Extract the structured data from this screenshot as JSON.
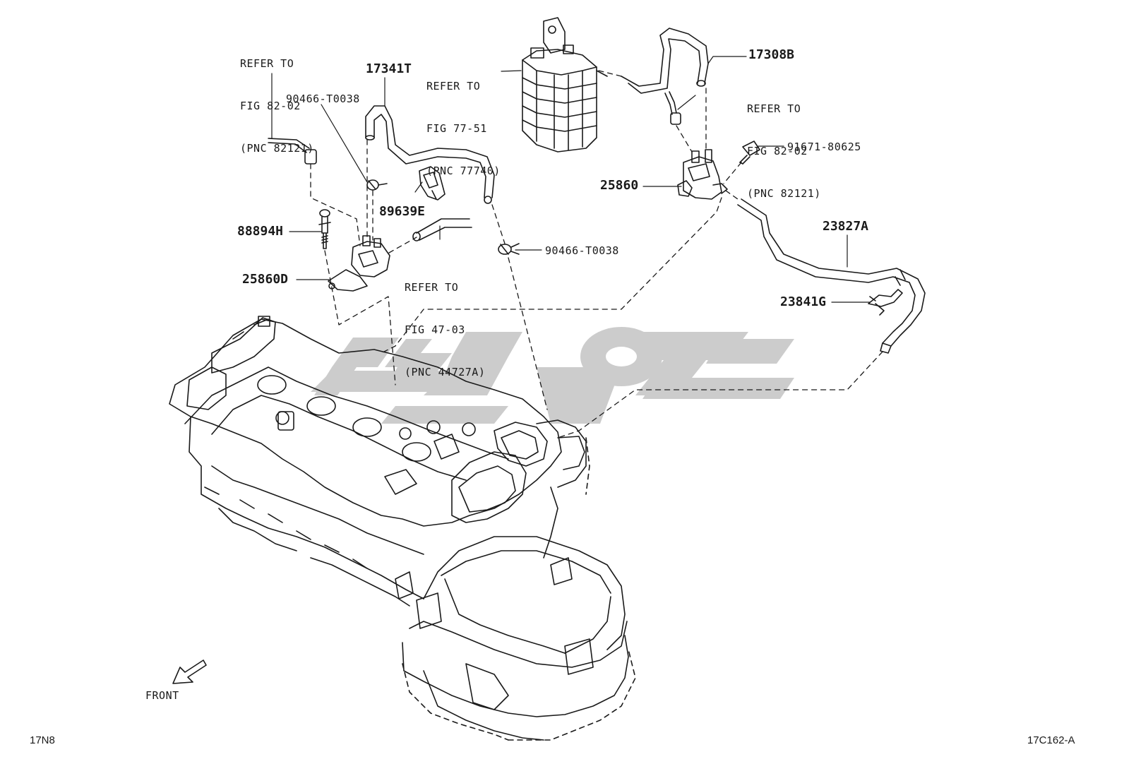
{
  "refs": {
    "ref_82_02_left": [
      "REFER TO",
      "FIG 82-02",
      "(PNC 82121)"
    ],
    "ref_77_51": [
      "REFER TO",
      "FIG 77-51",
      "(PNC 77740)"
    ],
    "ref_82_02_right": [
      "REFER TO",
      "FIG 82-02",
      "(PNC 82121)"
    ],
    "ref_47_03": [
      "REFER TO",
      "FIG 47-03",
      "(PNC 44727A)"
    ]
  },
  "parts": {
    "p17341T": "17341T",
    "p17308B": "17308B",
    "p90466_upper": "90466-T0038",
    "p90466_lower": "90466-T0038",
    "p91671": "91671-80625",
    "p25860": "25860",
    "p89639E": "89639E",
    "p88894H": "88894H",
    "p25860D": "25860D",
    "p23827A": "23827A",
    "p23841G": "23841G"
  },
  "footer": {
    "front": "FRONT",
    "code_left": "17N8",
    "code_right": "17C162-A"
  },
  "colors": {
    "line": "#1a1a1a",
    "watermark": "#c8c8c8",
    "background": "#ffffff"
  }
}
